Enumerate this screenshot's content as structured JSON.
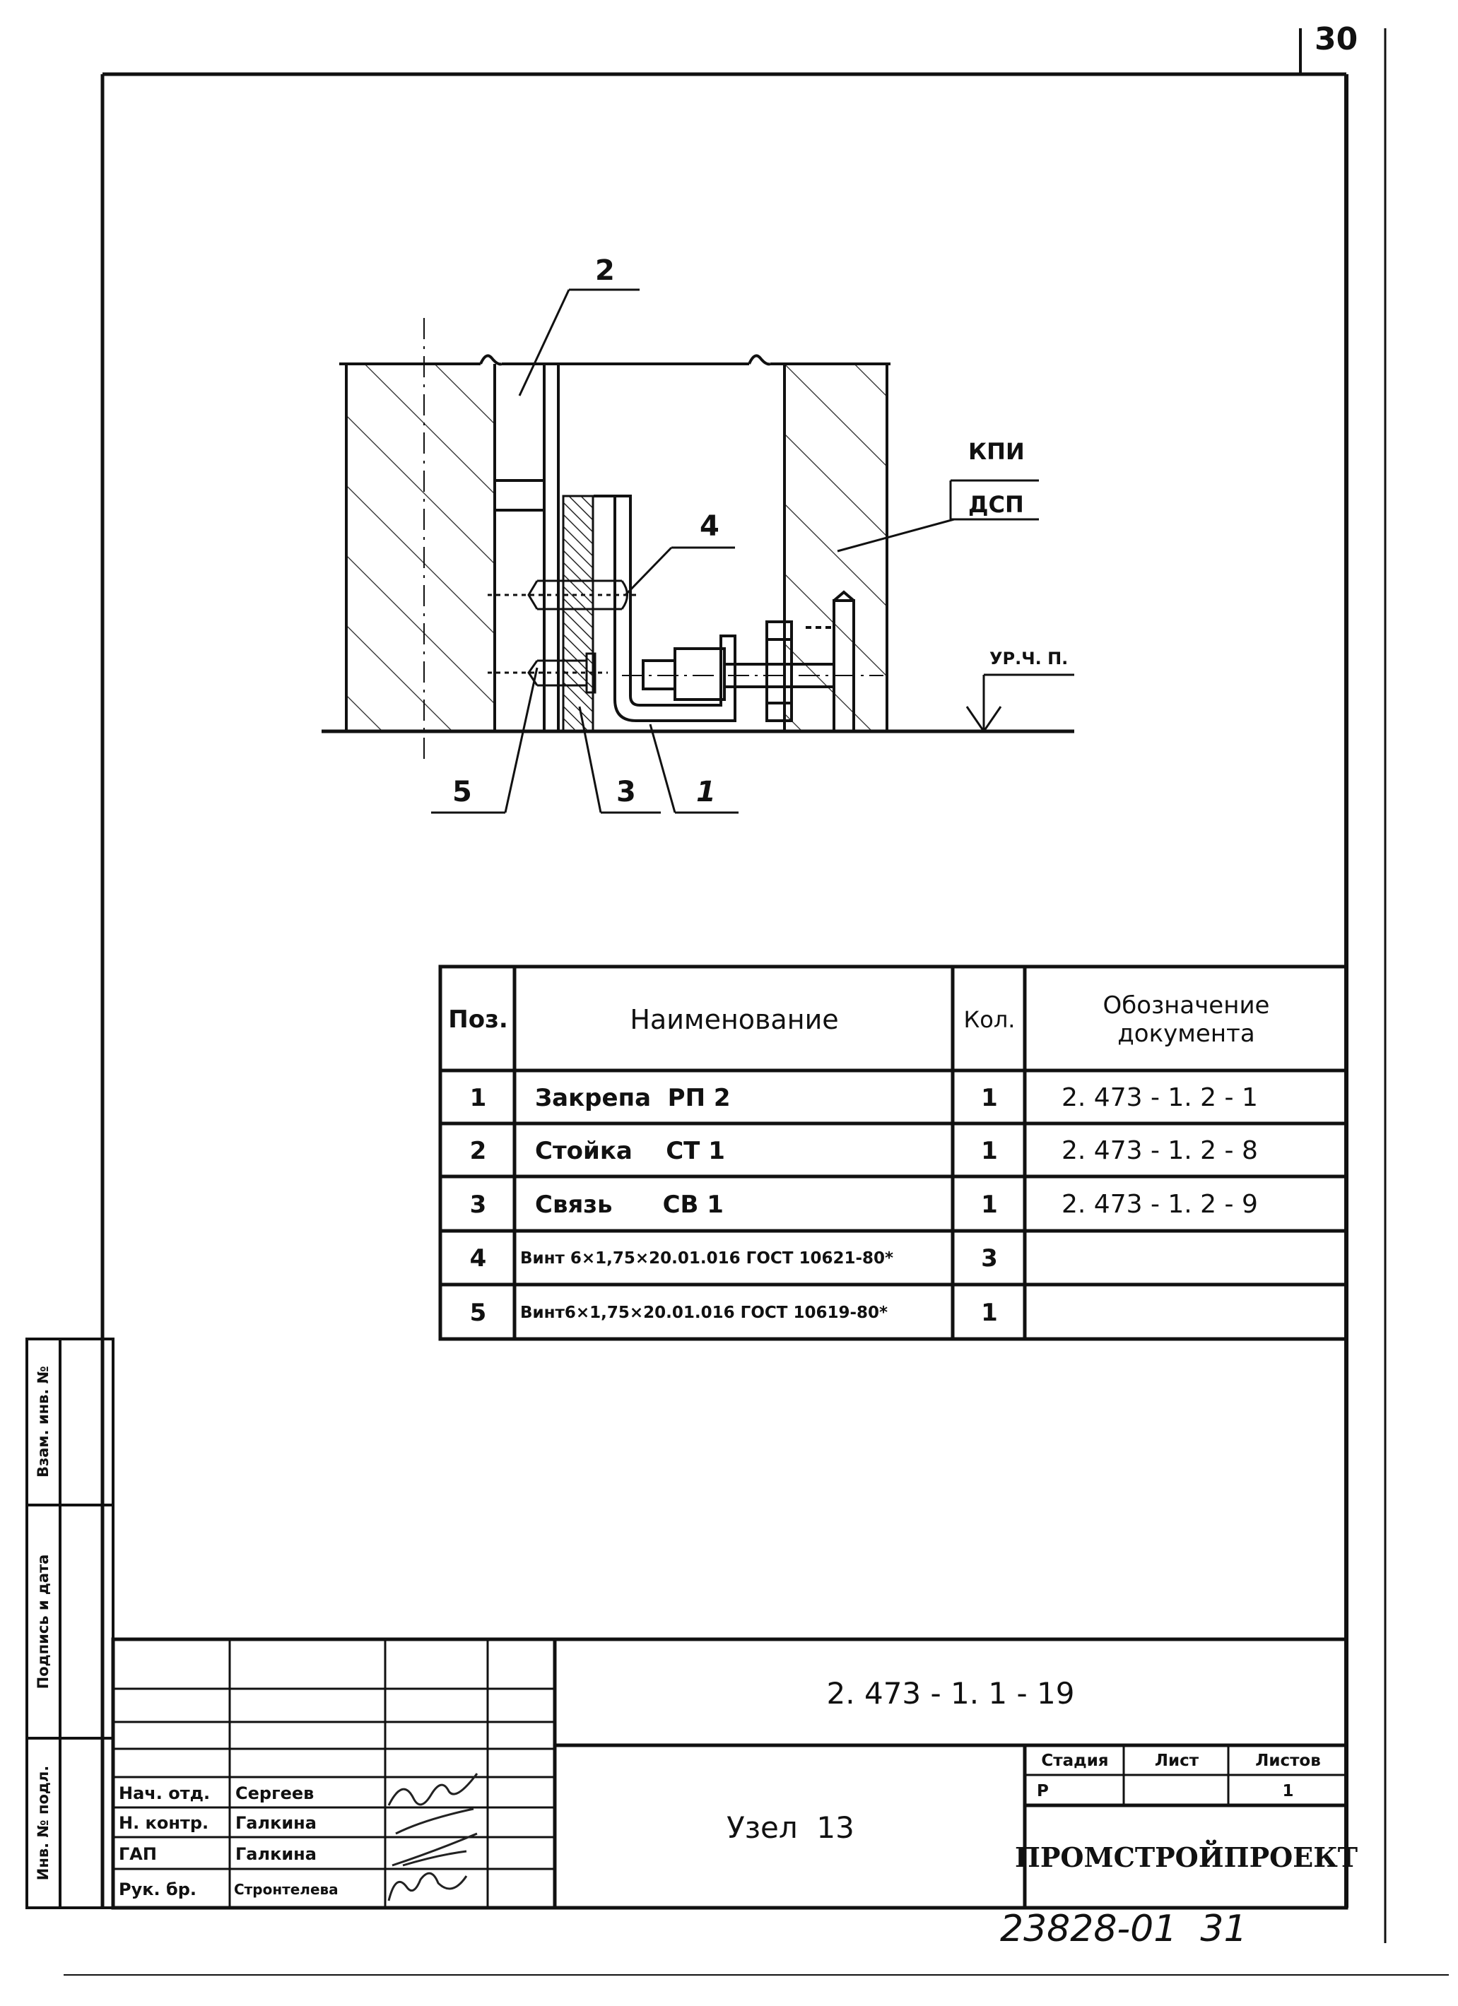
{
  "sheet_number": "30",
  "drawing": {
    "callouts": {
      "c1": "1",
      "c2": "2",
      "c3": "3",
      "c4": "4",
      "c5": "5",
      "kpi": "КПИ",
      "dsp": "ДСП",
      "level": "УР.Ч. П."
    }
  },
  "spec_table": {
    "headers": {
      "pos": "Поз.",
      "name": "Наименование",
      "qty": "Кол.",
      "doc_line1": "Обозначение",
      "doc_line2": "документа"
    },
    "rows": [
      {
        "pos": "1",
        "name": "Закрепа  РП 2",
        "qty": "1",
        "doc": "2. 473 - 1. 2 - 1"
      },
      {
        "pos": "2",
        "name": "Стойка    СТ 1",
        "qty": "1",
        "doc": "2. 473 - 1. 2 - 8"
      },
      {
        "pos": "3",
        "name": "Связь      СВ 1",
        "qty": "1",
        "doc": "2. 473 - 1. 2 - 9"
      },
      {
        "pos": "4",
        "name": "Винт 6×1,75×20.01.016 ГОСТ 10621-80*",
        "qty": "3",
        "doc": ""
      },
      {
        "pos": "5",
        "name": "Винт6×1,75×20.01.016 ГОСТ 10619-80*",
        "qty": "1",
        "doc": ""
      }
    ]
  },
  "side_stamp": {
    "vzam": "Взам. инв. №",
    "podpis": "Подпись и дата",
    "inv": "Инв. № подл."
  },
  "title_block": {
    "code": "2. 473 - 1. 1 - 19",
    "title": "Узел  13",
    "stage_label": "Стадия",
    "sheet_label": "Лист",
    "sheets_label": "Листов",
    "stage_value": "Р",
    "sheet_value": "",
    "sheets_value": "1",
    "org": "ПРОМСТРОЙПРОЕКТ",
    "people": [
      {
        "role": "Нач. отд.",
        "name": "Сергеев"
      },
      {
        "role": "Н. контр.",
        "name": "Галкина"
      },
      {
        "role": "ГАП",
        "name": "Галкина"
      },
      {
        "role": "Рук. бр.",
        "name": "Стронтелева"
      }
    ]
  },
  "archive_number": "23828-01  31"
}
